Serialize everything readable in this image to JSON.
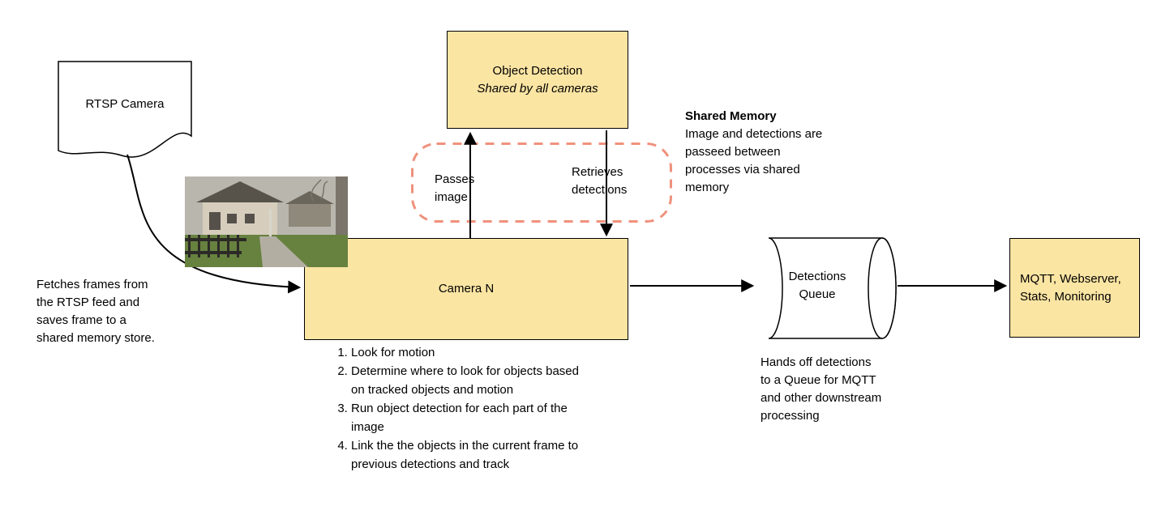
{
  "diagram": {
    "rtsp_camera_label": "RTSP Camera",
    "fetch_note": "Fetches frames from the RTSP feed and saves frame to a shared memory store.",
    "object_detection": {
      "title": "Object Detection",
      "subtitle": "Shared by all cameras"
    },
    "shared_memory_labels": {
      "passes_image": "Passes image",
      "retrieves_detections": "Retrieves detections"
    },
    "shared_memory_note": {
      "title": "Shared Memory",
      "body": "Image and detections are passeed between processes via shared memory"
    },
    "camera_n": {
      "label": "Camera N",
      "steps": [
        "Look for motion",
        "Determine where to look for objects based on tracked objects and motion",
        "Run object detection for each part of the image",
        "Link the the objects in the current frame to previous detections and track"
      ]
    },
    "detections_queue": {
      "label": "Detections Queue",
      "note": "Hands off detections to a Queue for MQTT and other downstream processing"
    },
    "outputs_label": "MQTT, Webserver, Stats, Monitoring",
    "colors": {
      "node_fill": "#FBE5A3",
      "node_border": "#000000",
      "shared_memory_dash": "#F0917C",
      "arrow": "#000000"
    }
  }
}
